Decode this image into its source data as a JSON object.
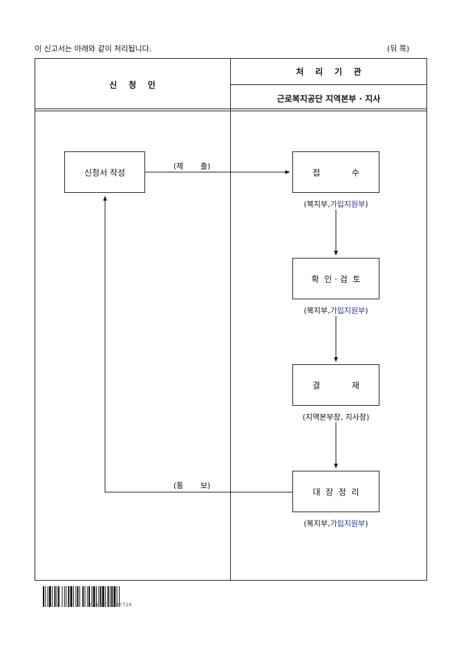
{
  "top": {
    "note": "이 신고서는 아래와 같이 처리됩니다.",
    "back_side": "(뒤 쪽)"
  },
  "header": {
    "applicant": "신    청    인",
    "agency": "처    리    기    관",
    "agency_sub": "근로복지공단 지역본부 · 지사"
  },
  "applicant": {
    "step": "신청서 작성"
  },
  "flow": {
    "submit_label": "(제       출)",
    "notify_label": "(통       보)"
  },
  "steps": [
    {
      "label": "접            수",
      "dept_prefix": "(복지부,",
      "dept_blue": "가입지원부",
      "dept_suffix": ")"
    },
    {
      "label": "확  인 · 검  토",
      "dept_prefix": "(복지부,",
      "dept_blue": "가입지원부",
      "dept_suffix": ")"
    },
    {
      "label": "결            재",
      "dept_prefix": "(지역본부장, 지사장)",
      "dept_blue": "",
      "dept_suffix": ""
    },
    {
      "label": "대  장  정  리",
      "dept_prefix": "(복지부,",
      "dept_blue": "가입지원부",
      "dept_suffix": ")"
    }
  ],
  "barcode": {
    "text": "CS02070207726"
  },
  "colors": {
    "line": "#222222",
    "dept_highlight": "#1c2ea8"
  }
}
